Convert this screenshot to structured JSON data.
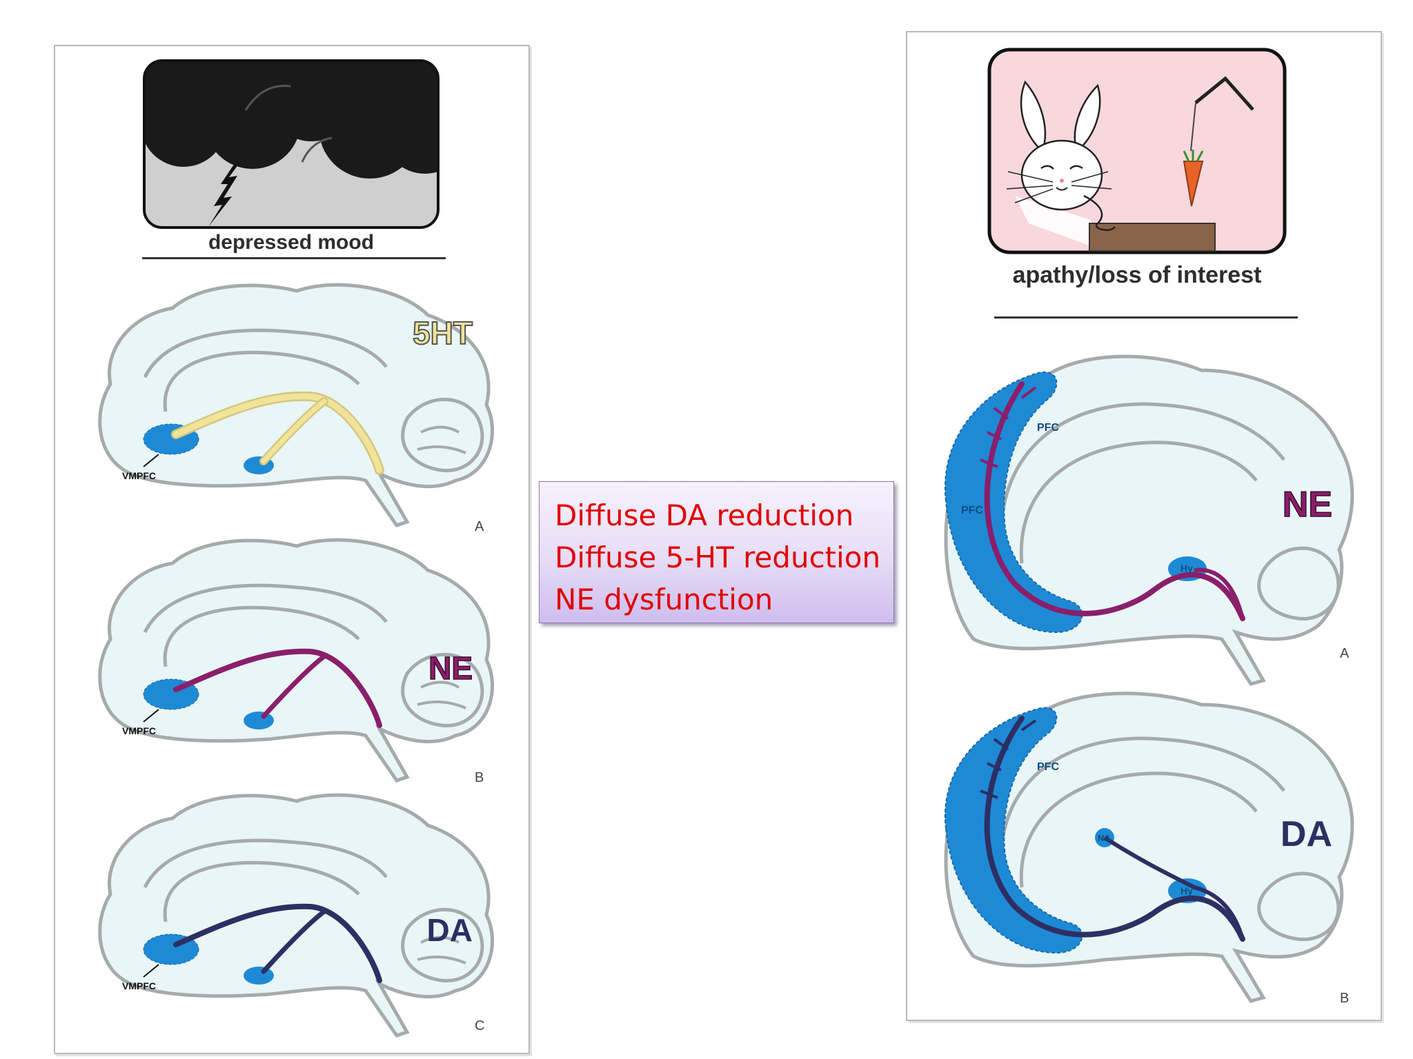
{
  "left_panel": {
    "caption": "depressed mood",
    "brains": [
      {
        "transmitter": "5HT",
        "region_label": "VMPFC",
        "letter": "A",
        "color": "#f1e49a"
      },
      {
        "transmitter": "NE",
        "region_label": "VMPFC",
        "letter": "B",
        "color": "#8a1f6b"
      },
      {
        "transmitter": "DA",
        "region_label": "VMPFC",
        "letter": "C",
        "color": "#2d2f63"
      }
    ]
  },
  "right_panel": {
    "caption": "apathy/loss of interest",
    "brains": [
      {
        "transmitter": "NE",
        "region_label": "PFC",
        "region_label_2": "PFC",
        "nucleus_label": "Hy",
        "letter": "A",
        "color": "#8a1f6b"
      },
      {
        "transmitter": "DA",
        "region_label": "PFC",
        "nucleus_label": "Hy",
        "nucleus_label_2": "NA",
        "letter": "B",
        "color": "#2d2f63"
      }
    ]
  },
  "callout": {
    "lines": [
      "Diffuse DA reduction",
      "Diffuse 5-HT reduction",
      "NE dysfunction"
    ],
    "text_color": "#e00000"
  },
  "colors": {
    "brain_fill": "#e9f6f7",
    "brain_outline": "#a6aaab",
    "region_blue": "#1e8ad6",
    "cloud_dark": "#1a1a1a",
    "sky_grey": "#cfcfcf",
    "scene_pink": "#f8d7dd",
    "carrot": "#e8632a",
    "table": "#8a6449"
  }
}
